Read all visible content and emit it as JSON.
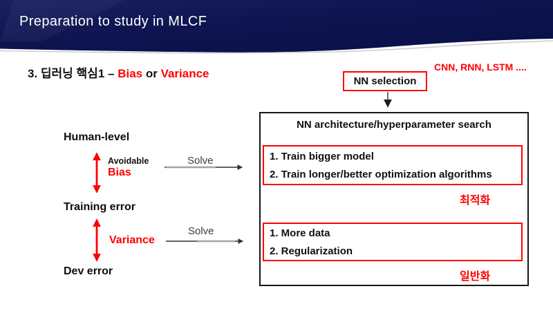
{
  "header": {
    "title": "Preparation to study in MLCF"
  },
  "slide_title": {
    "prefix": "3. 딥러닝 핵심1 – ",
    "bias": "Bias",
    "or": " or ",
    "variance": "Variance"
  },
  "annotations": {
    "nn_types": "CNN, RNN, LSTM ...."
  },
  "nn_selection": {
    "label": "NN selection"
  },
  "search_box": {
    "title": "NN architecture/hyperparameter search",
    "optimization": {
      "items": [
        "1. Train bigger model",
        "2. Train longer/better optimization algorithms"
      ],
      "caption": "최적화"
    },
    "generalization": {
      "items": [
        "1. More data",
        "2. Regularization"
      ],
      "caption": "일반화"
    }
  },
  "error_diagram": {
    "levels": [
      "Human-level",
      "Training error",
      "Dev error"
    ],
    "bias": {
      "qualifier": "Avoidable",
      "name": "Bias",
      "solve_label": "Solve"
    },
    "variance": {
      "name": "Variance",
      "solve_label": "Solve"
    }
  },
  "colors": {
    "accent_red": "#ff0000",
    "header_navy": "#0d1450",
    "box_border": "#161616"
  }
}
